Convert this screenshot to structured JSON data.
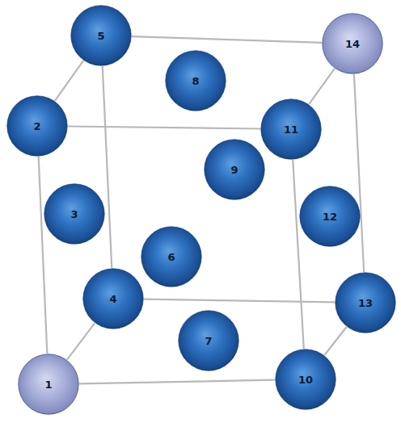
{
  "diagram": {
    "nodes": [
      {
        "text": [
          "1"
        ]
      },
      {
        "text": [
          "2"
        ]
      },
      {
        "text": [
          "3"
        ]
      },
      {
        "text": [
          "4"
        ]
      },
      {
        "text": [
          "5"
        ]
      },
      {
        "text": [
          "6"
        ]
      },
      {
        "text": [
          "7"
        ]
      },
      {
        "text": [
          "8"
        ]
      },
      {
        "text": [
          "9"
        ]
      },
      {
        "text": [
          "10"
        ]
      },
      {
        "text": [
          "11"
        ]
      },
      {
        "text": [
          "12"
        ]
      },
      {
        "text": [
          "13"
        ]
      },
      {
        "text": [
          "14"
        ]
      }
    ],
    "edges": [
      {
        "from": 0,
        "to": 1,
        "arrow": "none"
      },
      {
        "from": 1,
        "to": 4,
        "arrow": "none"
      },
      {
        "from": 4,
        "to": 13,
        "arrow": "none"
      },
      {
        "from": 1,
        "to": 10,
        "arrow": "none"
      },
      {
        "from": 10,
        "to": 13,
        "arrow": "none"
      },
      {
        "from": 10,
        "to": 9,
        "arrow": "none"
      },
      {
        "from": 9,
        "to": 12,
        "arrow": "none"
      },
      {
        "from": 12,
        "to": 13,
        "arrow": "none"
      },
      {
        "from": 0,
        "to": 9,
        "arrow": "none"
      },
      {
        "from": 0,
        "to": 3,
        "arrow": "none"
      },
      {
        "from": 3,
        "to": 12,
        "arrow": "none"
      },
      {
        "from": 3,
        "to": 4,
        "arrow": "none"
      }
    ]
  }
}
